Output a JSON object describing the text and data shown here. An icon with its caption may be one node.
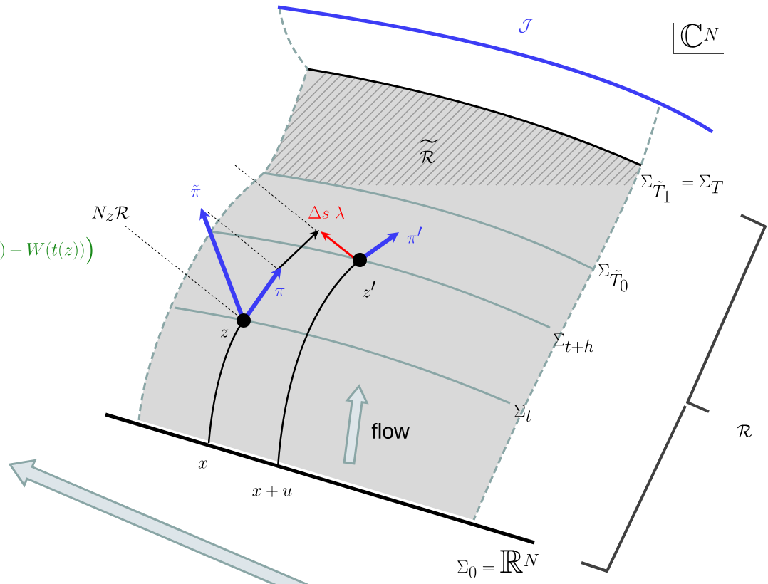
{
  "diagram": {
    "labels": [
      "\\mathbb{C}^N",
      "\\mathcal{J}",
      "\\widetilde{\\mathcal{R}}",
      "\\Sigma_{\\tilde{T}_1} \\; = \\Sigma_T",
      "N_z\\mathcal{R}",
      "\\tilde{\\pi}",
      "\\Delta s\\;\\lambda",
      "\\pi'",
      ") + W(t(z))\\big)",
      "\\pi",
      "z'",
      "\\Sigma_{\\tilde{T}_0}",
      "z",
      "\\Sigma_{t+h}",
      "\\Sigma_t",
      "flow",
      "\\mathcal{R}",
      "x",
      "x+u",
      "\\Sigma_0 = \\mathbb{R}^N"
    ]
  }
}
